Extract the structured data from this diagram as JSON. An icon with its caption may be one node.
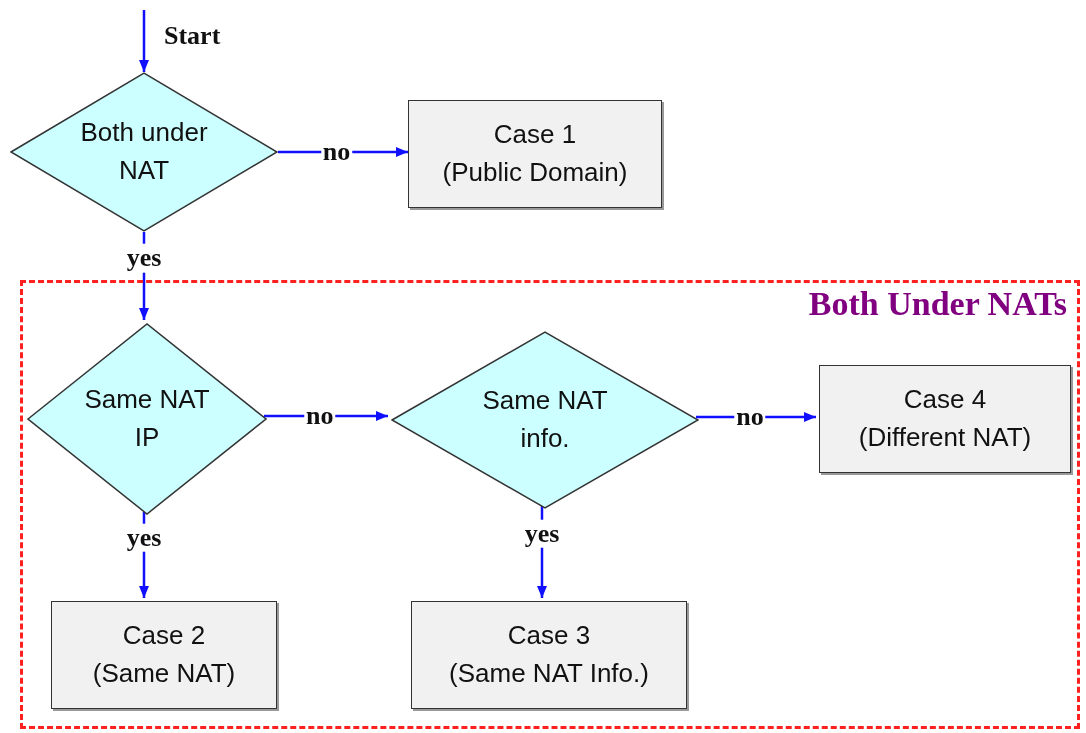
{
  "diagram": {
    "nodes": [
      {
        "text": [
          "Both under NAT"
        ]
      },
      {
        "text": [
          "Case 1",
          "(Public Domain)"
        ]
      },
      {
        "text": [
          "Both Under NATs"
        ]
      },
      {
        "text": [
          "Same NAT IP"
        ],
        "in": 2
      },
      {
        "text": [
          "Same NAT info."
        ],
        "in": 2
      },
      {
        "text": [
          "Case 4",
          "(Different  NAT)"
        ],
        "in": 2
      },
      {
        "text": [
          "Case 2",
          "(Same NAT)"
        ],
        "in": 2
      },
      {
        "text": [
          "Case 3",
          "(Same NAT Info.)"
        ],
        "in": 2
      }
    ],
    "edges": [
      {
        "from": null,
        "to": 0,
        "arrow": "to",
        "label": "Start"
      },
      {
        "from": 0,
        "to": 1,
        "arrow": "to",
        "label": "no"
      },
      {
        "from": 0,
        "to": 3,
        "arrow": "to",
        "label": "yes"
      },
      {
        "from": 3,
        "to": 4,
        "arrow": "to",
        "label": "no"
      },
      {
        "from": 4,
        "to": 5,
        "arrow": "to",
        "label": "no"
      },
      {
        "from": 3,
        "to": 6,
        "arrow": "to",
        "label": "yes"
      },
      {
        "from": 4,
        "to": 7,
        "arrow": "to",
        "label": "yes"
      }
    ]
  }
}
